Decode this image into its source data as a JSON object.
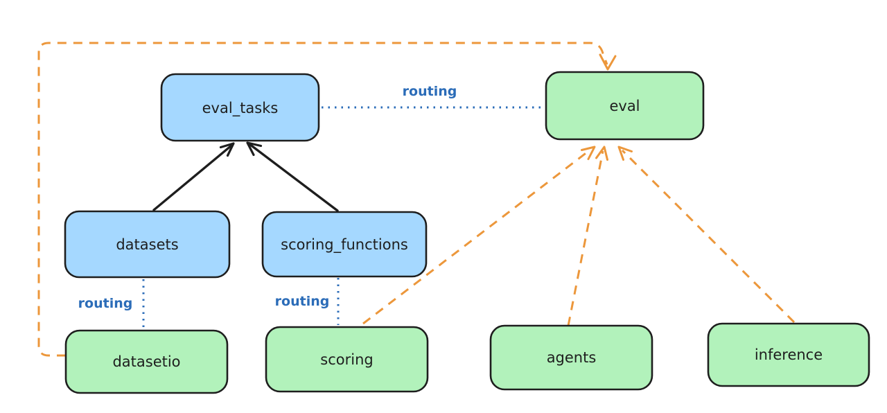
{
  "colors": {
    "background": "#ffffff",
    "node_border": "#1e1e1e",
    "blue_node_fill": "#a5d8ff",
    "green_node_fill": "#b2f2bb",
    "routing_blue": "#2b6cb8",
    "arrow_black": "#1e1e1e",
    "dashed_orange": "#ec973b"
  },
  "nodes": [
    {
      "id": "eval_tasks",
      "label": "eval_tasks",
      "color": "blue"
    },
    {
      "id": "eval",
      "label": "eval",
      "color": "green"
    },
    {
      "id": "datasets",
      "label": "datasets",
      "color": "blue"
    },
    {
      "id": "scoring_functions",
      "label": "scoring_functions",
      "color": "blue"
    },
    {
      "id": "datasetio",
      "label": "datasetio",
      "color": "green"
    },
    {
      "id": "scoring",
      "label": "scoring",
      "color": "green"
    },
    {
      "id": "agents",
      "label": "agents",
      "color": "green"
    },
    {
      "id": "inference",
      "label": "inference",
      "color": "green"
    }
  ],
  "edges": [
    {
      "from": "datasets",
      "to": "eval_tasks",
      "style": "solid_black_arrow",
      "label": ""
    },
    {
      "from": "scoring_functions",
      "to": "eval_tasks",
      "style": "solid_black_arrow",
      "label": ""
    },
    {
      "from": "eval_tasks",
      "to": "eval",
      "style": "dotted_blue",
      "label": "routing"
    },
    {
      "from": "datasets",
      "to": "datasetio",
      "style": "dotted_blue",
      "label": "routing"
    },
    {
      "from": "scoring_functions",
      "to": "scoring",
      "style": "dotted_blue",
      "label": "routing"
    },
    {
      "from": "datasetio",
      "to": "eval",
      "style": "dashed_orange_arrow",
      "label": ""
    },
    {
      "from": "scoring",
      "to": "eval",
      "style": "dashed_orange_arrow",
      "label": ""
    },
    {
      "from": "agents",
      "to": "eval",
      "style": "dashed_orange_arrow",
      "label": ""
    },
    {
      "from": "inference",
      "to": "eval",
      "style": "dashed_orange_arrow",
      "label": ""
    }
  ]
}
